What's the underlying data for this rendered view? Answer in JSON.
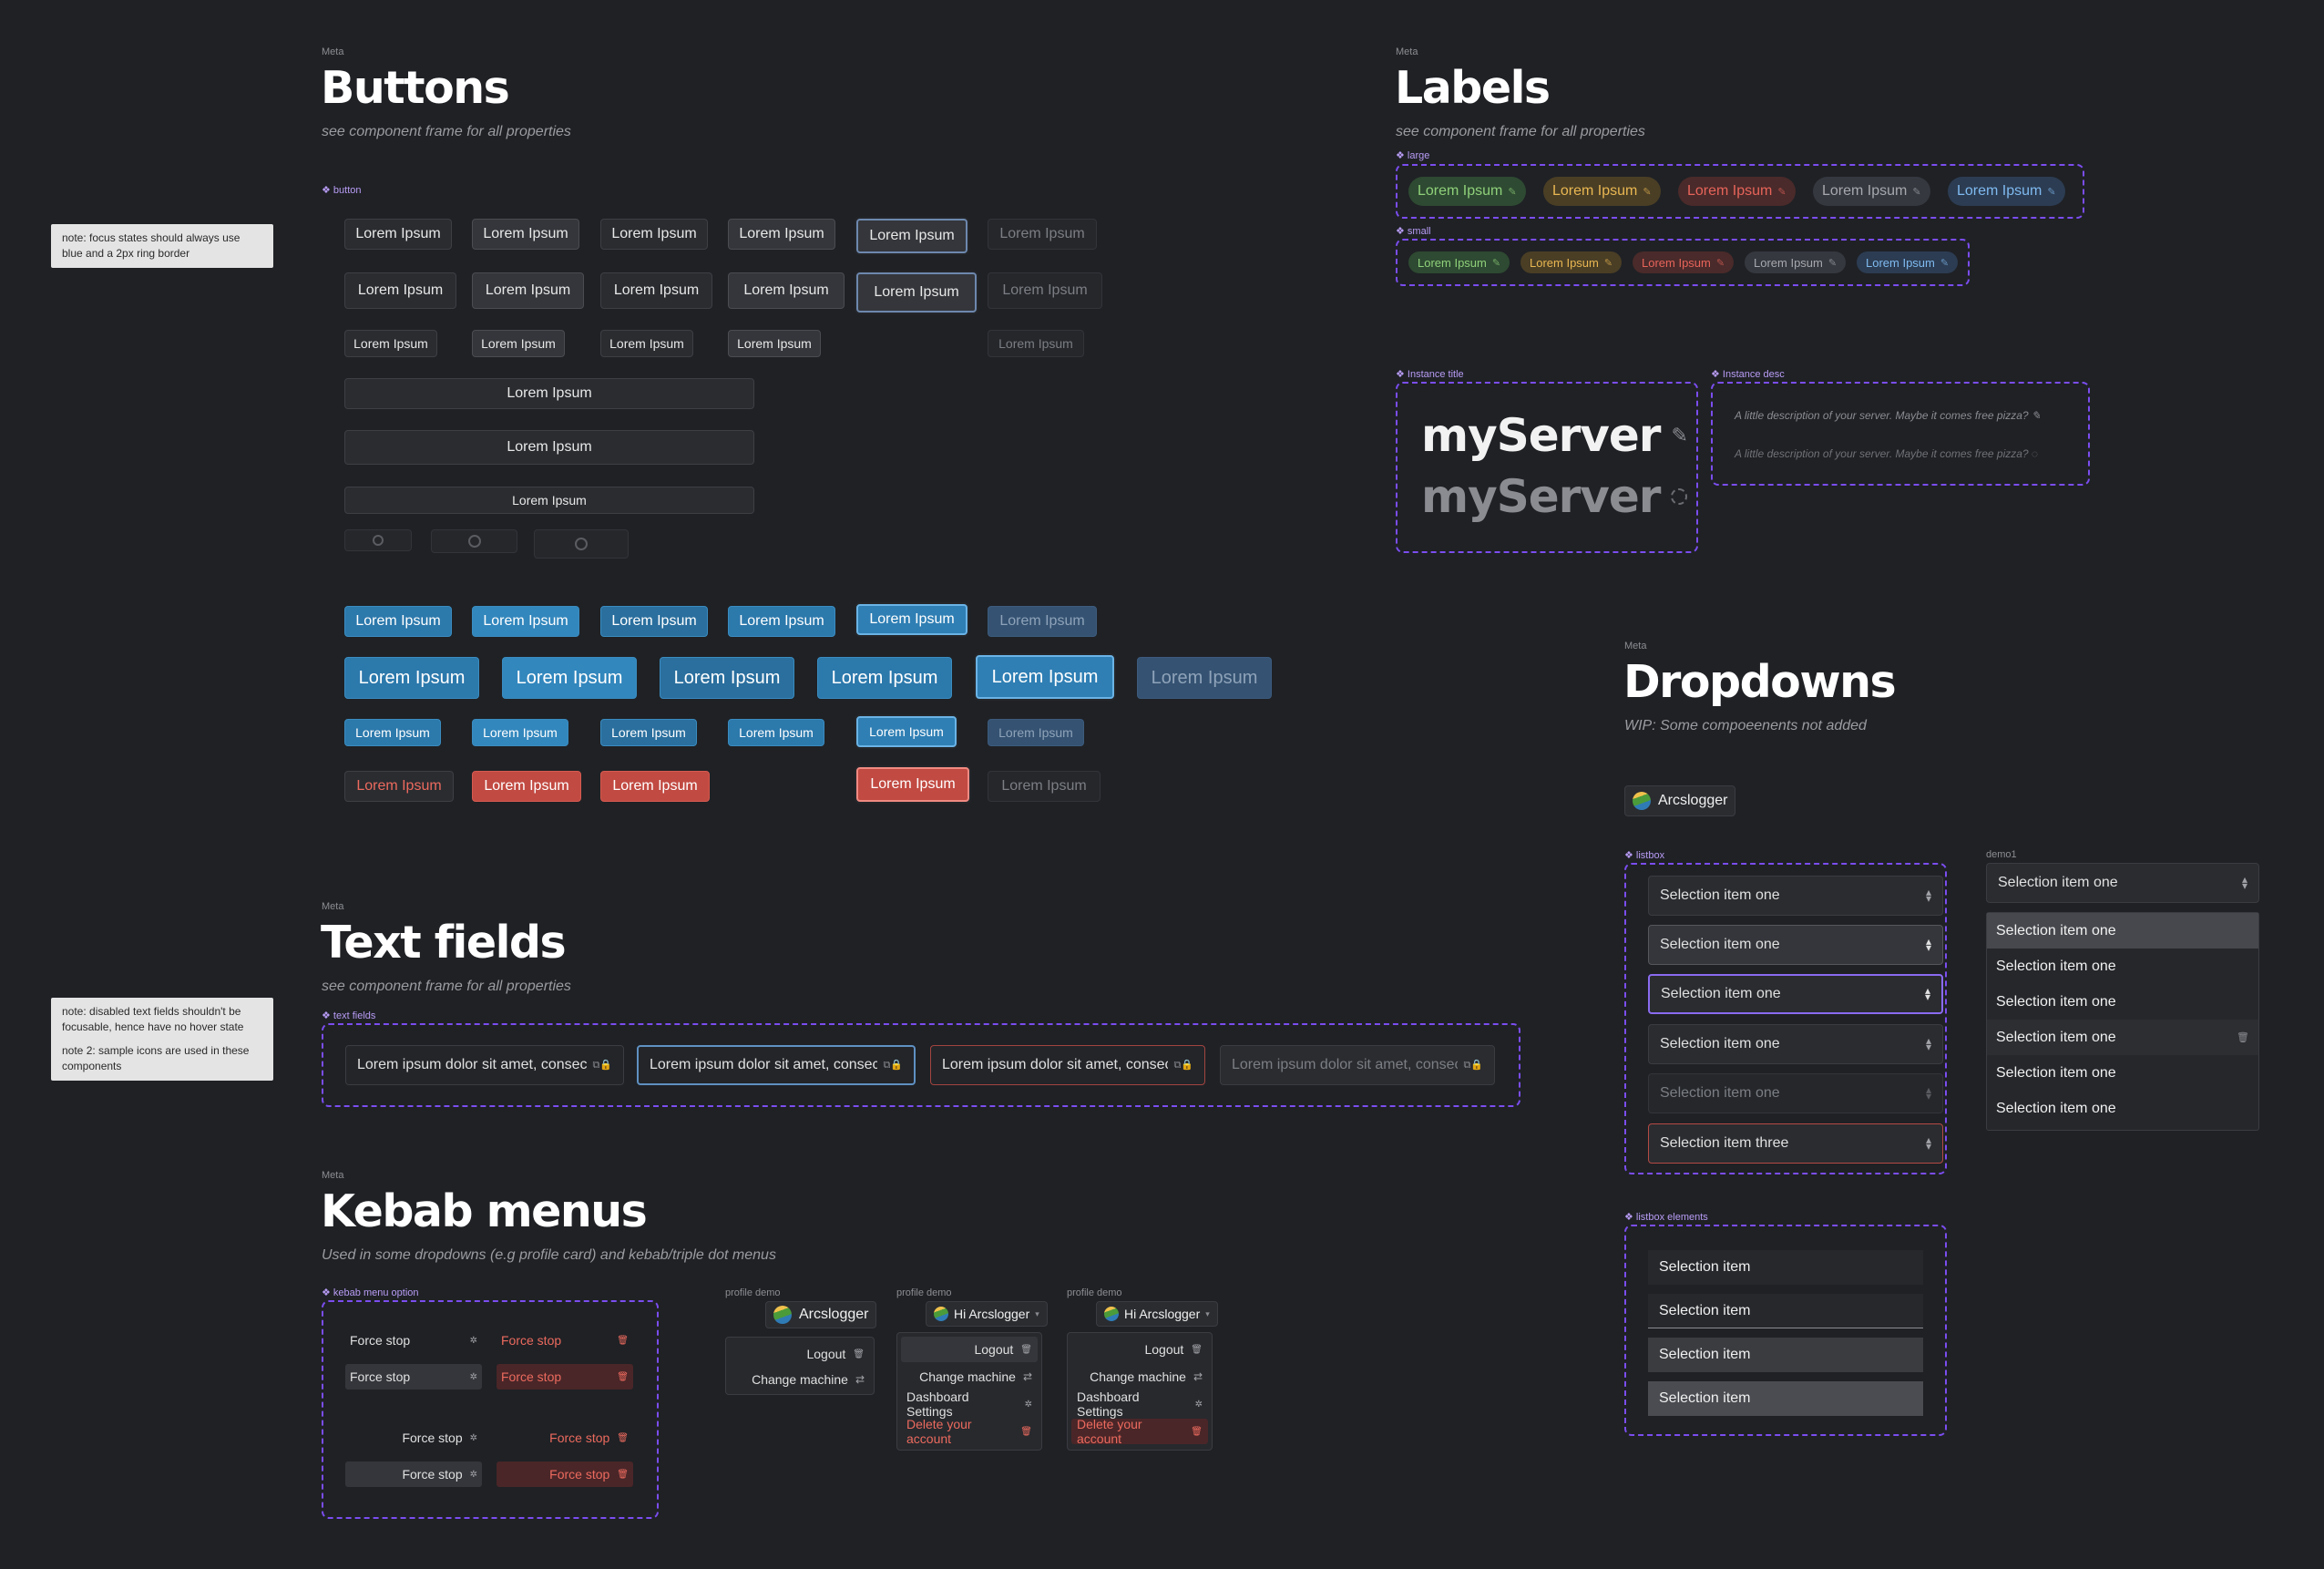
{
  "notes": {
    "focus": "note: focus states should always use blue and a 2px ring border",
    "disabled_1": "note: disabled text fields shouldn't be focusable, hence have no hover state",
    "disabled_2": "note 2: sample icons are used in these components"
  },
  "buttons": {
    "meta": "Meta",
    "title": "Buttons",
    "subtitle": "see component frame for all properties",
    "component_label": "button",
    "label": "Lorem Ipsum"
  },
  "labels": {
    "meta": "Meta",
    "title": "Labels",
    "subtitle": "see component frame for all properties",
    "large_label": "large",
    "small_label": "small",
    "text": "Lorem Ipsum",
    "instance_title_label": "Instance title",
    "instance_desc_label": "Instance desc",
    "instance_title": "myServer",
    "instance_desc": "A little description of your server. Maybe it comes free pizza?"
  },
  "dropdowns": {
    "meta": "Meta",
    "title": "Dropdowns",
    "subtitle": "WIP: Some compoeenents not added",
    "profile_name": "Arcslogger",
    "listbox_label": "listbox",
    "demo_label": "demo1",
    "selection_one": "Selection item one",
    "selection_three": "Selection item three",
    "elements_label": "listbox elements",
    "element_text": "Selection item"
  },
  "textfields": {
    "meta": "Meta",
    "title": "Text fields",
    "subtitle": "see component frame for all properties",
    "component_label": "text fields",
    "value": "Lorem ipsum dolor sit amet, consectetur"
  },
  "kebab": {
    "meta": "Meta",
    "title": "Kebab menus",
    "subtitle": "Used in some dropdowns (e.g profile card) and kebab/triple dot menus",
    "component_label": "kebab menu option",
    "force_stop": "Force stop",
    "profile_demo_label": "profile demo",
    "profile_name": "Arcslogger",
    "profile_greeting": "Hi Arcslogger",
    "logout": "Logout",
    "change_machine": "Change machine",
    "dashboard_settings": "Dashboard Settings",
    "delete_account": "Delete your account"
  },
  "colors": {
    "background": "#1f2125",
    "accent_blue": "#2c79ac",
    "accent_red": "#c14a42",
    "component_outline": "#7b4df0"
  }
}
